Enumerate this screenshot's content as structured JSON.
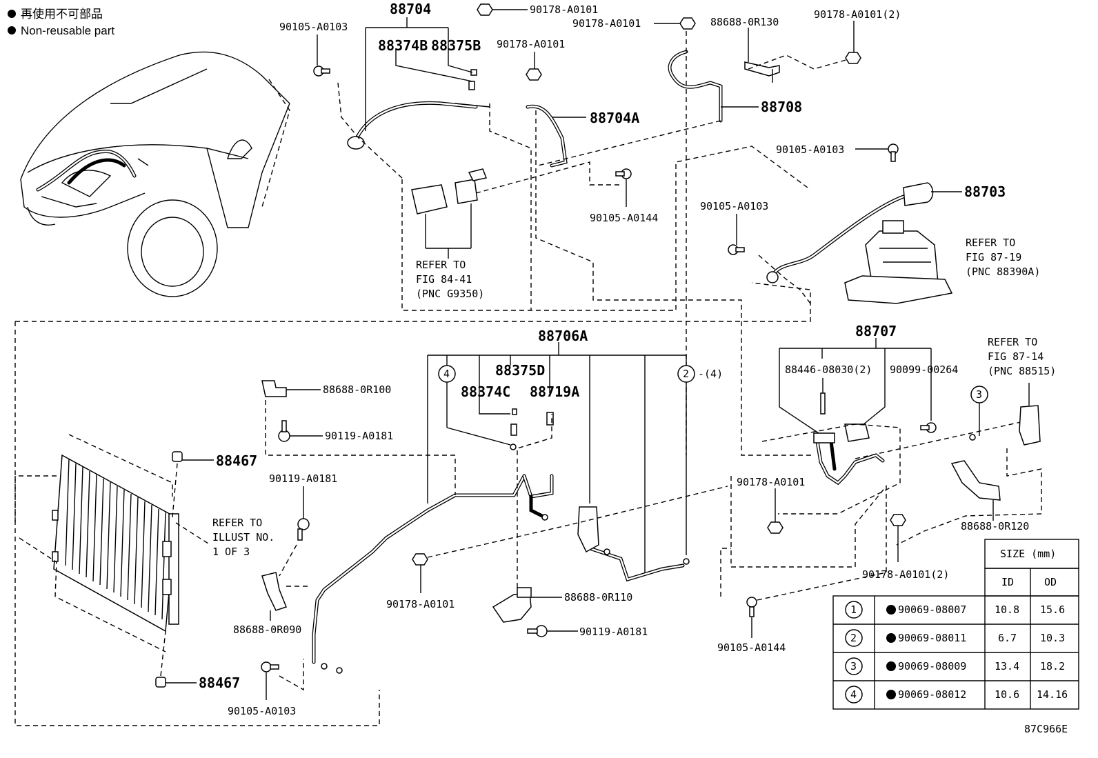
{
  "legend": {
    "jp": "再使用不可部品",
    "en": "Non-reusable part"
  },
  "part_labels": {
    "p88704": "88704",
    "p88374B": "88374B",
    "p88375B": "88375B",
    "p90105_a": "90105-A0103",
    "p90178_top": "90178-A0101",
    "p90178_mid": "90178-A0101",
    "p90178_left": "90178-A0101",
    "p88704A": "88704A",
    "p88688_0R130": "88688-0R130",
    "p90178_2_top": "90178-A0101(2)",
    "p88708": "88708",
    "p90105_0144_top": "90105-A0144",
    "p90105_0103_r1": "90105-A0103",
    "p88703": "88703",
    "p90105_0103_r2": "90105-A0103",
    "p88706A": "88706A",
    "p88375D": "88375D",
    "p88374C": "88374C",
    "p88719A": "88719A",
    "p88688_0R100": "88688-0R100",
    "p90119_a": "90119-A0181",
    "p88467_top": "88467",
    "p90119_b": "90119-A0181",
    "p88688_0R090": "88688-0R090",
    "p88467_bot": "88467",
    "p90105_0103_bot": "90105-A0103",
    "p90178_bot": "90178-A0101",
    "p88688_0R110": "88688-0R110",
    "p90119_c": "90119-A0181",
    "p88707": "88707",
    "p88446": "88446-08030(2)",
    "p90099": "90099-00264",
    "p90178_right": "90178-A0101",
    "p88688_0R120": "88688-0R120",
    "p90178_2_bot": "90178-A0101(2)",
    "p90105_0144_bot": "90105-A0144",
    "p2_count": "-(4)"
  },
  "refers": {
    "fig84_1": "REFER TO",
    "fig84_2": "FIG 84-41",
    "fig84_3": "(PNC G9350)",
    "fig87_19_1": "REFER TO",
    "fig87_19_2": "FIG 87-19",
    "fig87_19_3": "(PNC 88390A)",
    "fig87_14_1": "REFER TO",
    "fig87_14_2": "FIG 87-14",
    "fig87_14_3": "(PNC 88515)",
    "illust_1": "REFER TO",
    "illust_2": "ILLUST NO.",
    "illust_3": "1 OF 3"
  },
  "callouts": {
    "c4": "4",
    "c2": "2",
    "c3": "3"
  },
  "oring_table": {
    "size_header": "SIZE (mm)",
    "id_header": "ID",
    "od_header": "OD",
    "rows": [
      {
        "no": "1",
        "part": "90069-08007",
        "id": "10.8",
        "od": "15.6"
      },
      {
        "no": "2",
        "part": "90069-08011",
        "id": "6.7",
        "od": "10.3"
      },
      {
        "no": "3",
        "part": "90069-08009",
        "id": "13.4",
        "od": "18.2"
      },
      {
        "no": "4",
        "part": "90069-08012",
        "id": "10.6",
        "od": "14.16"
      }
    ]
  },
  "figure_code": "87C966E"
}
